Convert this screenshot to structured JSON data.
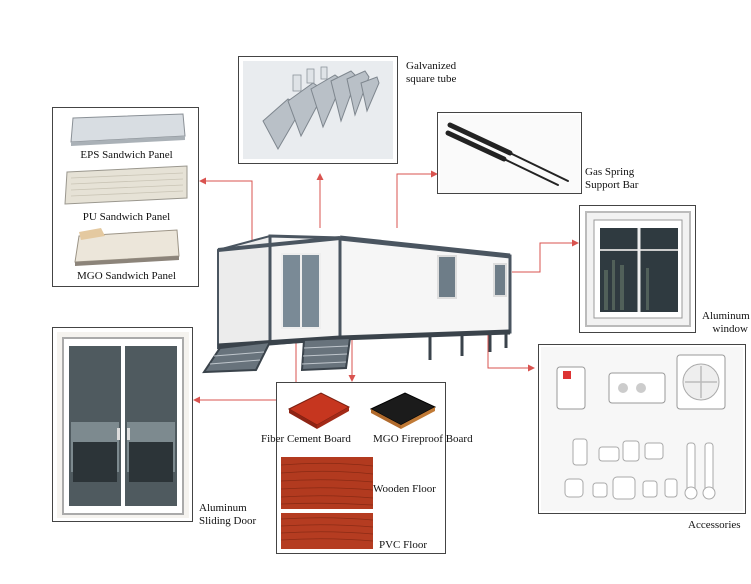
{
  "labels": {
    "galvanized_line1": "Galvanized",
    "galvanized_line2": "square tube",
    "gas_spring_line1": "Gas Spring",
    "gas_spring_line2": "Support Bar",
    "eps": "EPS Sandwich Panel",
    "pu": "PU Sandwich Panel",
    "mgo_sandwich": "MGO Sandwich Panel",
    "window_line1": "Aluminum",
    "window_line2": "window",
    "door_line1": "Aluminum",
    "door_line2": "Sliding Door",
    "fiber_cement": "Fiber Cement Board",
    "mgo_fireproof": "MGO Fireproof Board",
    "wooden_floor": "Wooden Floor",
    "pvc_floor": "PVC Floor",
    "accessories": "Accessories"
  },
  "colors": {
    "connector": "#d9534f",
    "panel_border": "#444444",
    "wood": "#b5371f",
    "house_wall": "#f4f4f4",
    "house_frame": "#4a5560"
  }
}
